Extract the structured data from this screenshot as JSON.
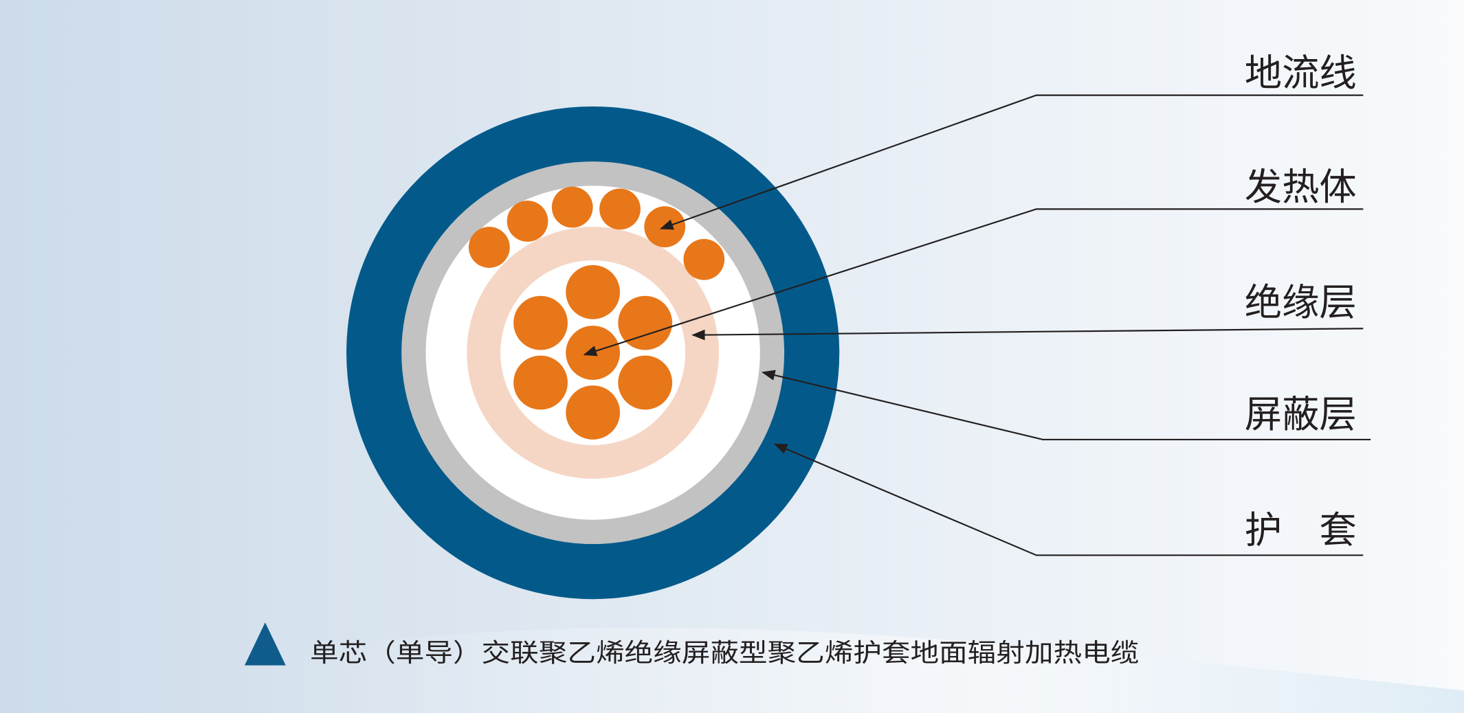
{
  "labels": {
    "ground_wire": "地流线",
    "heating_element": "发热体",
    "insulation": "绝缘层",
    "shield": "屏蔽层",
    "sheath": "护　套"
  },
  "caption": "单芯（单导）交联聚乙烯绝缘屏蔽型聚乙烯护套地面辐射加热电缆",
  "colors": {
    "sheath": "#035a8a",
    "shield": "#c2c2c2",
    "filler": "#ffffff",
    "insulation": "#f5d6c4",
    "conductor": "#e8771a",
    "triangle": "#0f5c8c"
  }
}
